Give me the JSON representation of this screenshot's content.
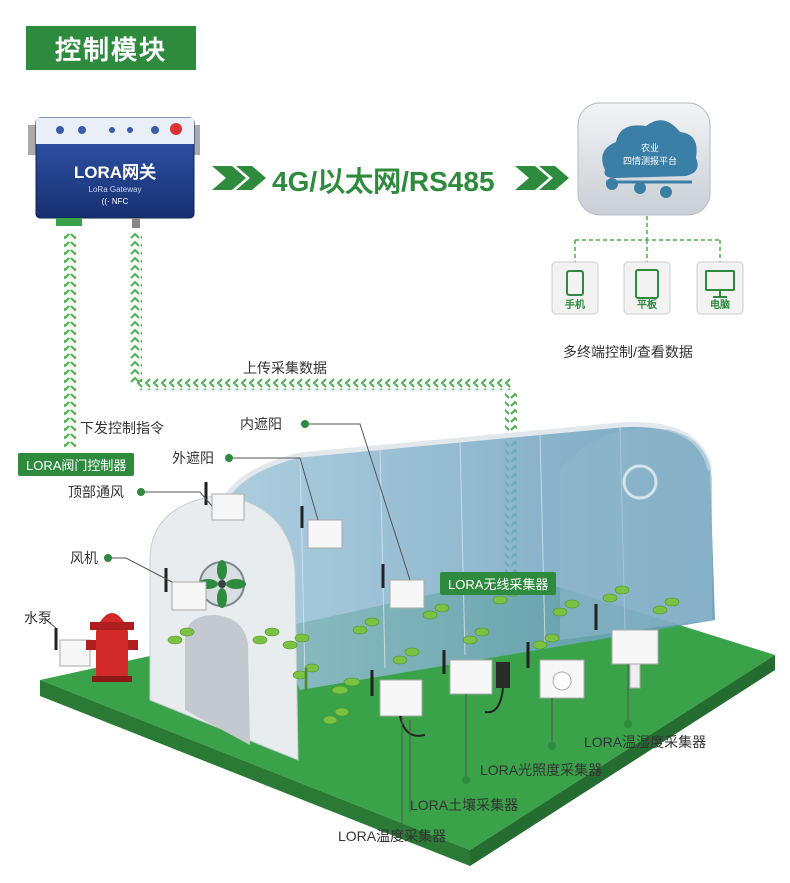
{
  "header": {
    "title": "控制模块"
  },
  "gateway": {
    "name": "LORA网关",
    "sub": "LoRa Gateway",
    "nfc": "((· NFC"
  },
  "link": {
    "label": "4G/以太网/RS485"
  },
  "cloud": {
    "line1": "农业",
    "line2": "四情测报平台"
  },
  "terminals": [
    {
      "label": "手机"
    },
    {
      "label": "平板"
    },
    {
      "label": "电脑"
    }
  ],
  "terminals_caption": "多终端控制/查看数据",
  "flows": {
    "upload": "上传采集数据",
    "command": "下发控制指令"
  },
  "controller_tag": "LORA阀门控制器",
  "collector_tag": "LORA无线采集器",
  "devices": {
    "inner_shade": "内遮阳",
    "outer_shade": "外遮阳",
    "top_vent": "顶部通风",
    "fan": "风机",
    "pump": "水泵"
  },
  "sensors": {
    "humidity": "LORA温湿度采集器",
    "light": "LORA光照度采集器",
    "soil": "LORA土壤采集器",
    "temperature": "LORA温度采集器"
  },
  "colors": {
    "brand_green": "#2e8b3e",
    "gateway_blue": "#1f3f8f",
    "ground_green": "#3aa34a"
  }
}
